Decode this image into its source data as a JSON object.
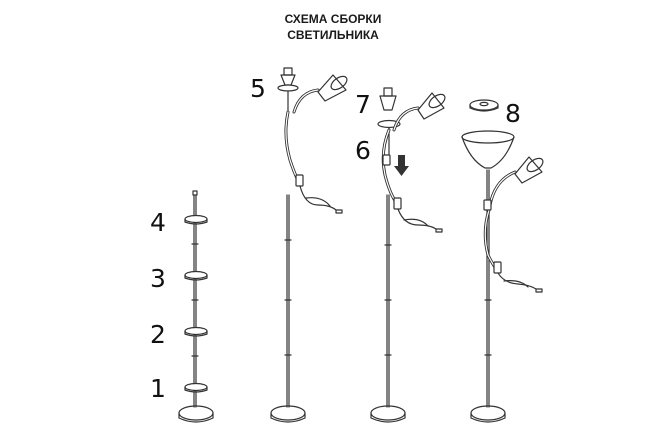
{
  "title": {
    "line1": "СХЕМА СБОРКИ",
    "line2": "СВЕТИЛЬНИКА"
  },
  "step_labels": [
    "1",
    "2",
    "3",
    "4",
    "5",
    "6",
    "7",
    "8"
  ],
  "colors": {
    "stroke": "#333333",
    "arrow": "#333333",
    "background": "#ffffff"
  },
  "icons": [
    "arrow-down-icon"
  ]
}
